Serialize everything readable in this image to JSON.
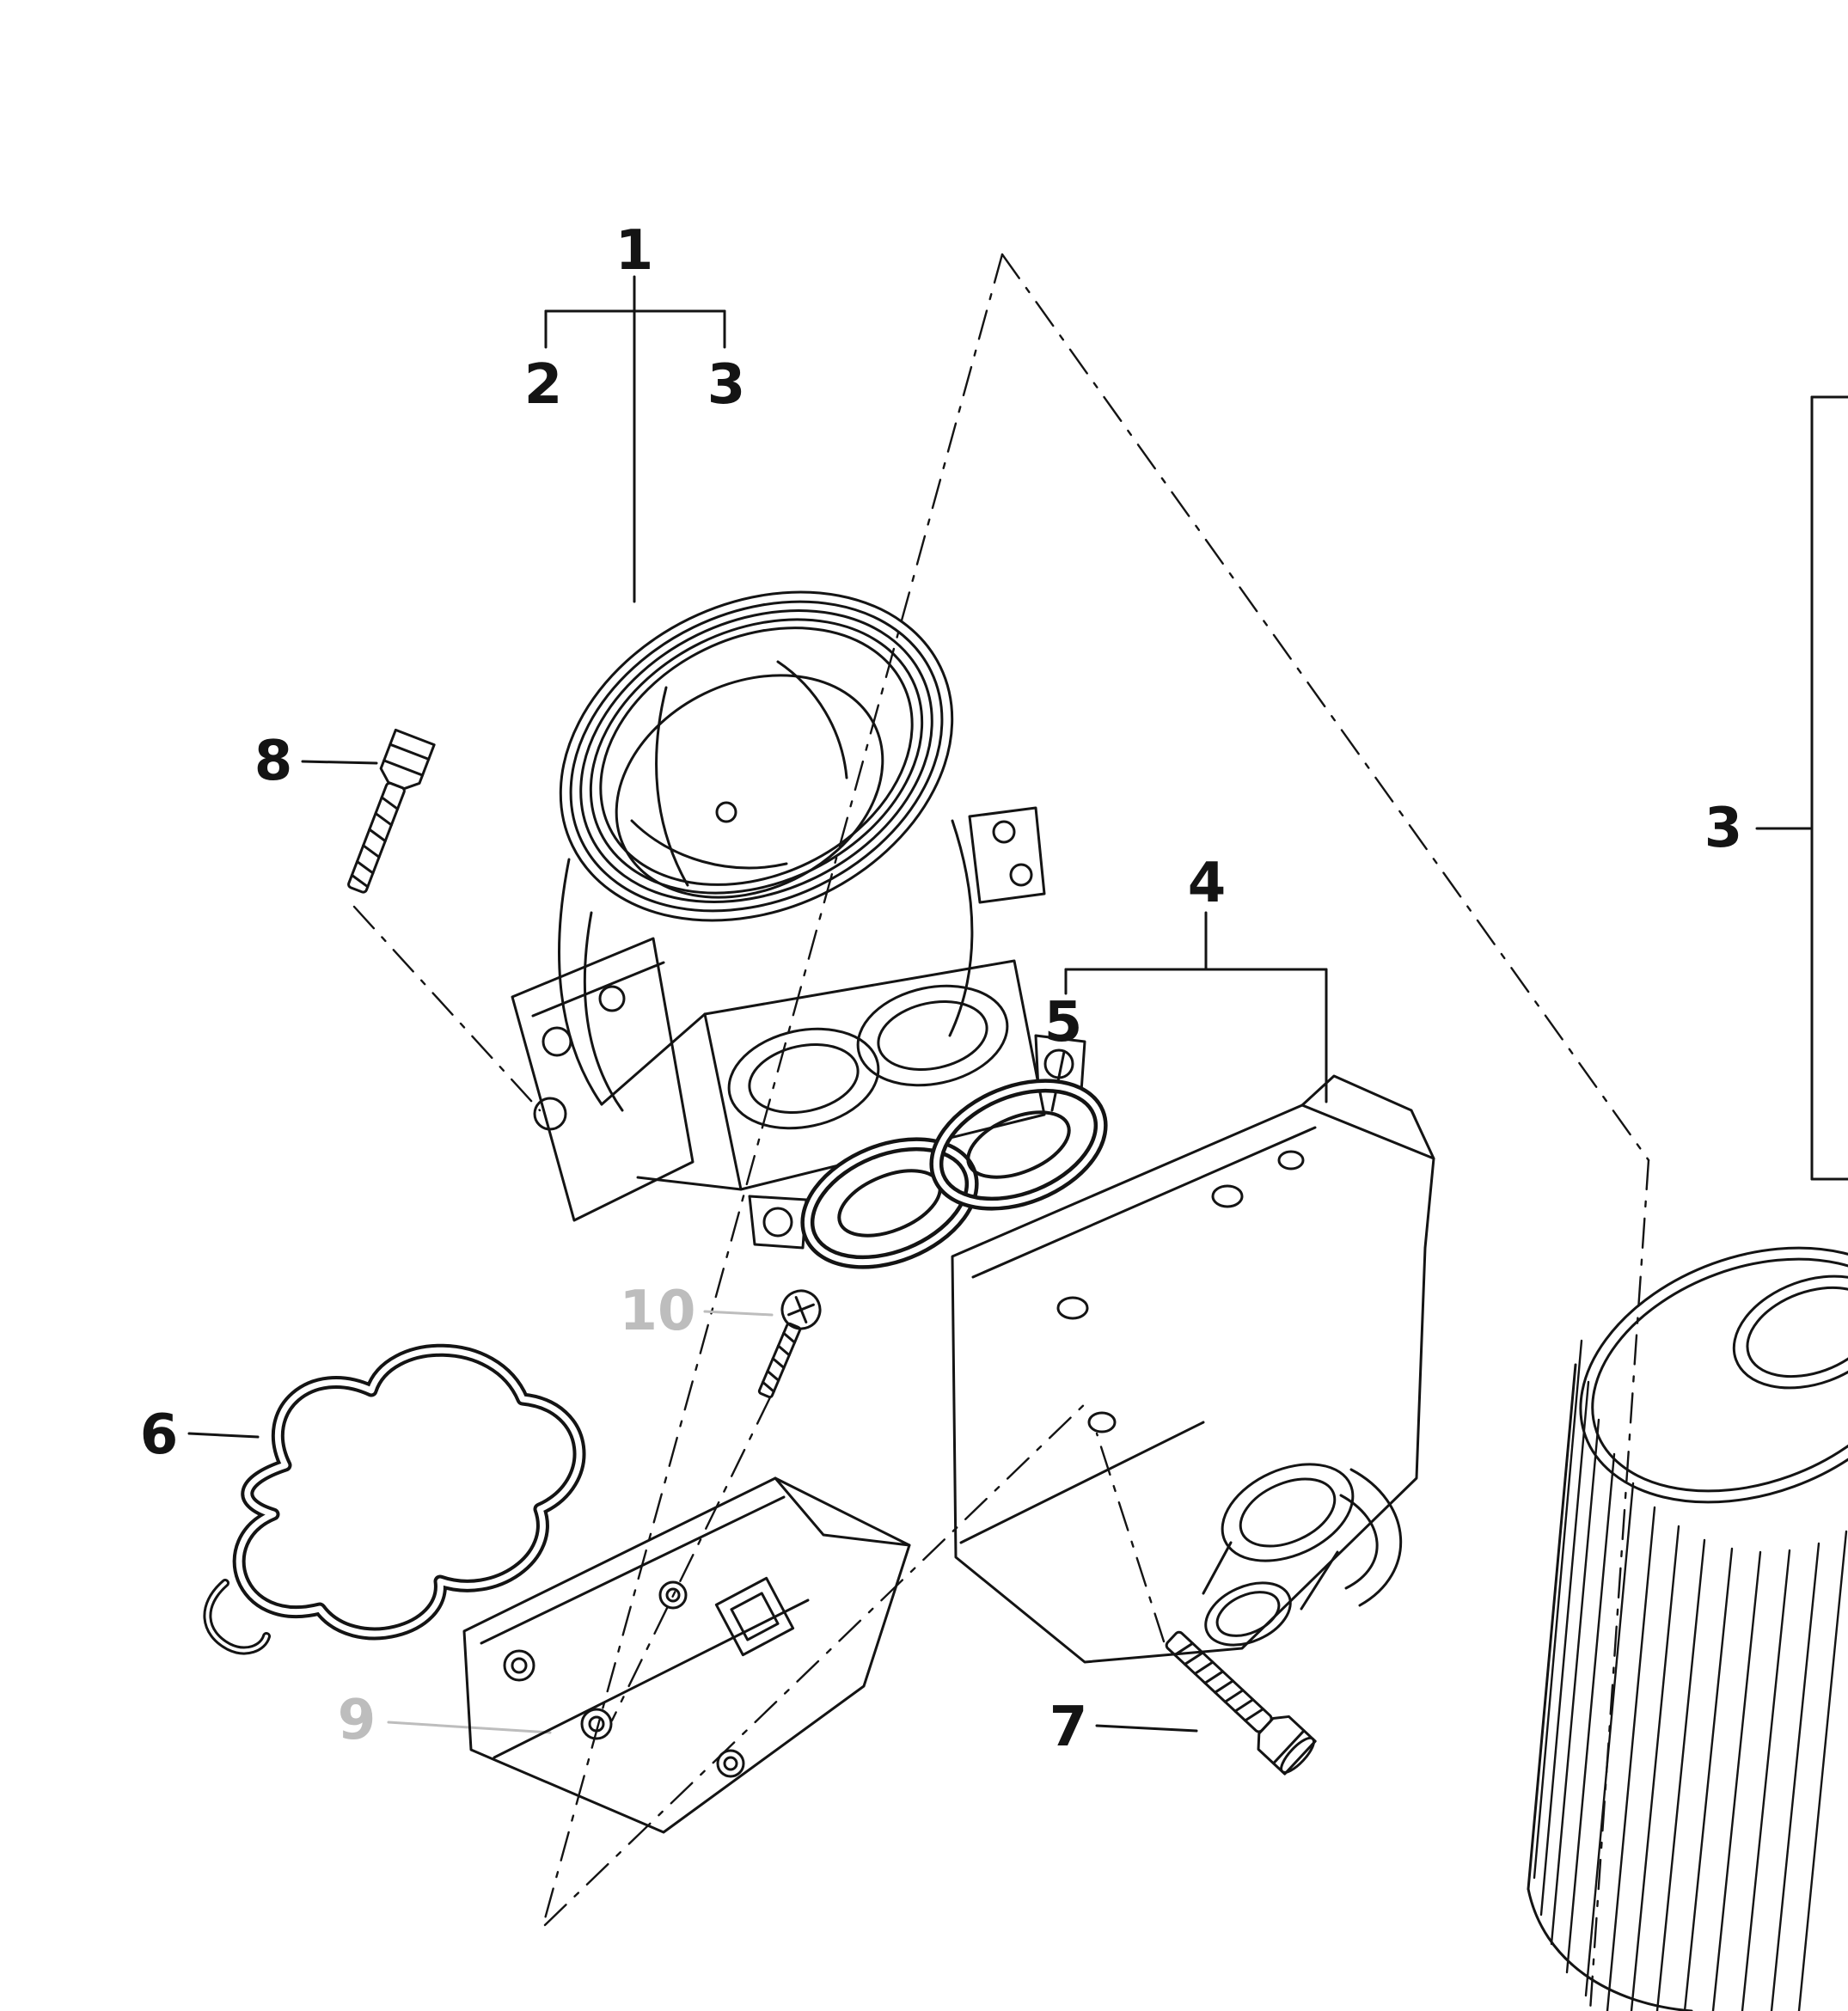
{
  "diagram": {
    "kind": "exploded-parts-diagram",
    "colors": {
      "ink": "#141414",
      "muted_callout": "#bdbdbd",
      "background": "#ffffff"
    },
    "callouts": {
      "c1": {
        "label": "1"
      },
      "c2": {
        "label": "2"
      },
      "c3_top": {
        "label": "3"
      },
      "c3_right": {
        "label": "3"
      },
      "c4": {
        "label": "4"
      },
      "c5": {
        "label": "5"
      },
      "c6": {
        "label": "6"
      },
      "c7": {
        "label": "7"
      },
      "c8": {
        "label": "8"
      },
      "c9": {
        "label": "9",
        "muted": true
      },
      "c10": {
        "label": "10",
        "muted": true
      }
    }
  }
}
